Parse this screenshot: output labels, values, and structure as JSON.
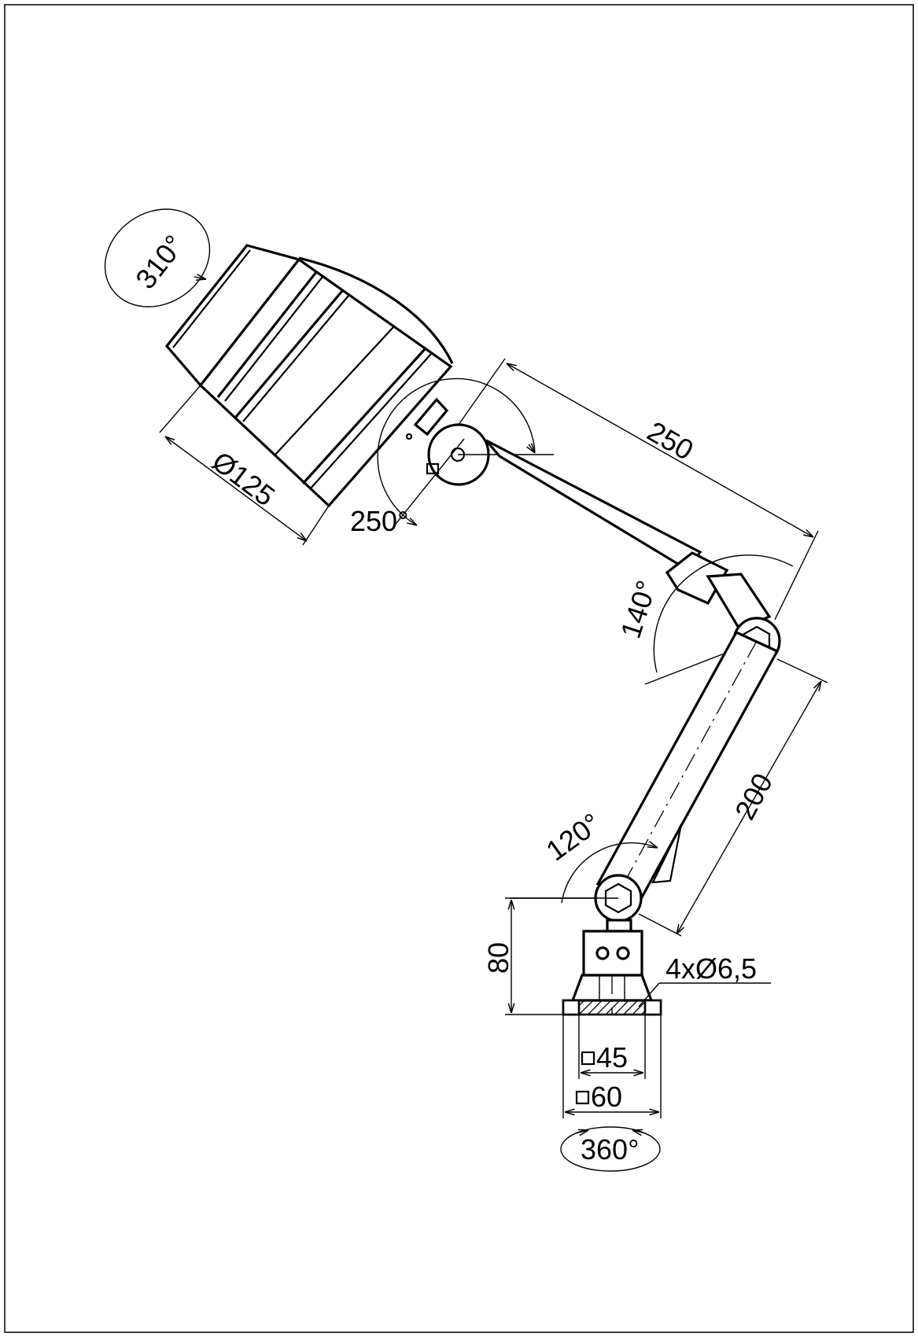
{
  "drawing": {
    "dimensions": {
      "rotation_head": "310°",
      "head_diameter": "Ø125",
      "head_tilt": "250°",
      "upper_arm_length": "250",
      "elbow_angle": "140°",
      "lower_arm_length": "200",
      "base_joint_angle": "120°",
      "base_height": "80",
      "mounting_holes": "4xØ6,5",
      "inner_square": "45",
      "outer_square": "60",
      "base_rotation": "360°"
    }
  }
}
